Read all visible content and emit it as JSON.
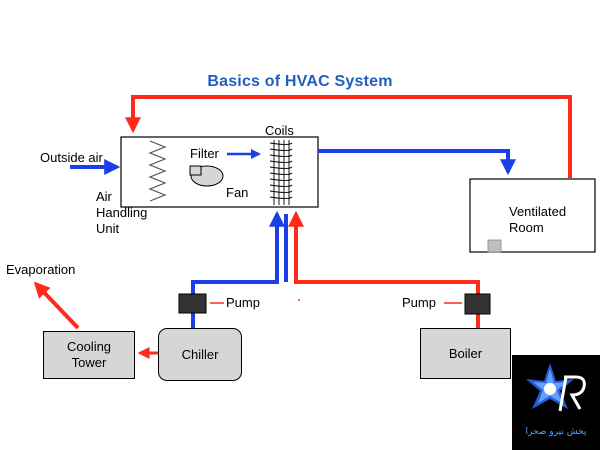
{
  "title": "Basics of HVAC System",
  "labels": {
    "outside_air": "Outside air",
    "ahu_line1": "Air",
    "ahu_line2": "Handling",
    "ahu_line3": "Unit",
    "filter": "Filter",
    "fan": "Fan",
    "coils": "Coils",
    "ventilated_line1": "Ventilated",
    "ventilated_line2": "Room",
    "pump_left": "Pump",
    "pump_right": "Pump",
    "evaporation": "Evaporation",
    "cooling_line1": "Cooling",
    "cooling_line2": "Tower",
    "chiller": "Chiller",
    "boiler": "Boiler"
  },
  "logo": {
    "text": "پخش نیرو صحرا"
  },
  "colors": {
    "hot": "#ff2a1a",
    "cold": "#1a3fe6",
    "title": "#1f5fbf",
    "equipment": "#d6d6d6",
    "pump": "#333333"
  }
}
